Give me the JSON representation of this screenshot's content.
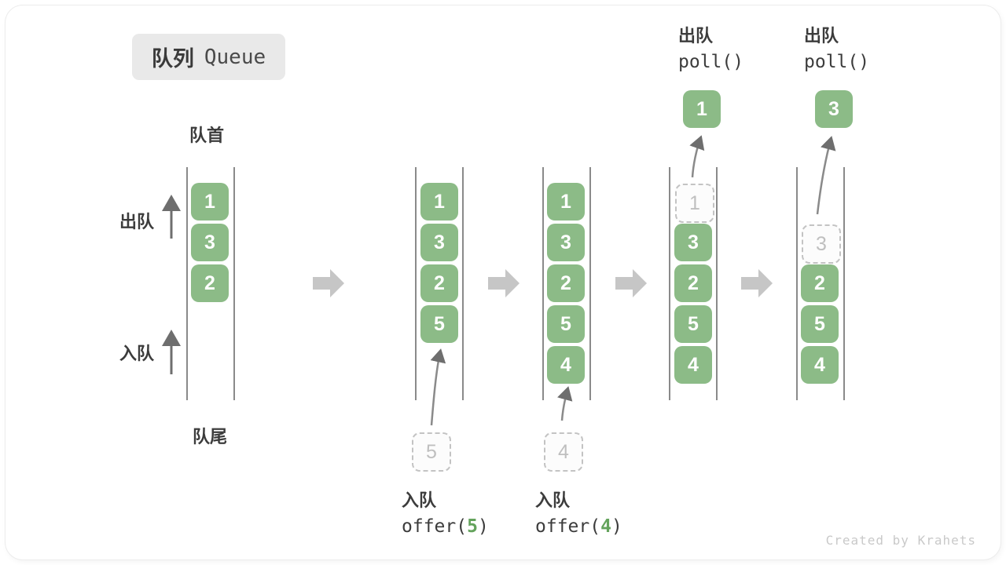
{
  "title": {
    "zh": "队列",
    "en": "Queue"
  },
  "queue_labels": {
    "front": "队首",
    "rear": "队尾"
  },
  "side_labels": {
    "dequeue": "出队",
    "enqueue": "入队"
  },
  "states": [
    {
      "boxes": [
        "1",
        "3",
        "2"
      ]
    },
    {
      "boxes": [
        "1",
        "3",
        "2",
        "5"
      ],
      "incoming": "5",
      "op": {
        "action": "入队",
        "fn_open": "offer(",
        "arg": "5",
        "fn_close": ")"
      }
    },
    {
      "boxes": [
        "1",
        "3",
        "2",
        "5",
        "4"
      ],
      "incoming": "4",
      "op": {
        "action": "入队",
        "fn_open": "offer(",
        "arg": "4",
        "fn_close": ")"
      }
    },
    {
      "removed": "1",
      "popped": "1",
      "boxes": [
        "3",
        "2",
        "5",
        "4"
      ],
      "op": {
        "action": "出队",
        "fn": "poll()"
      }
    },
    {
      "removed": "3",
      "popped": "3",
      "boxes": [
        "2",
        "5",
        "4"
      ],
      "op": {
        "action": "出队",
        "fn": "poll()"
      }
    }
  ],
  "watermark": "Created by Krahets",
  "icons": [
    "up-arrow-icon",
    "right-block-arrow-icon",
    "curved-arrow-icon"
  ],
  "colors": {
    "box_green": "#8CBB87",
    "box_text": "#FFFFFF",
    "accent_green": "#64A35C",
    "block_arrow_gray": "#C6C6C6",
    "thin_arrow_gray": "#6E6E6E",
    "wall_gray": "#8A8A8A",
    "text_dark": "#3C3C3C",
    "dashed_gray": "#C3C3C3",
    "badge_bg": "#E9E9E9",
    "watermark_gray": "#C9C9C9"
  }
}
